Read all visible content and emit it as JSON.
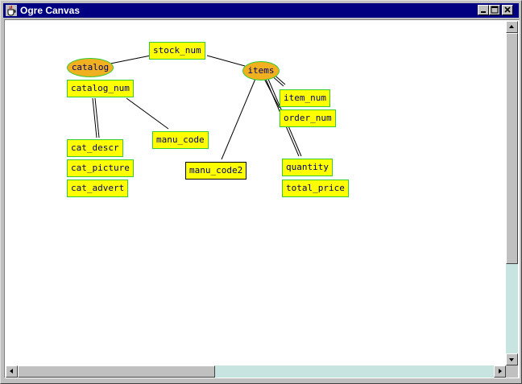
{
  "window": {
    "title": "Ogre Canvas"
  },
  "colors": {
    "titlebar": "#000080",
    "node_fill": "#ffff00",
    "node_border": "#33cc33",
    "entity_fill": "#f0b020",
    "scroll_track": "#c8e4e0"
  },
  "graph": {
    "entities": [
      "catalog",
      "items"
    ],
    "attributes": [
      "stock_num",
      "catalog_num",
      "manu_code",
      "cat_descr",
      "cat_picture",
      "cat_advert",
      "manu_code2",
      "item_num",
      "order_num",
      "quantity",
      "total_price"
    ],
    "selected": "manu_code2"
  }
}
